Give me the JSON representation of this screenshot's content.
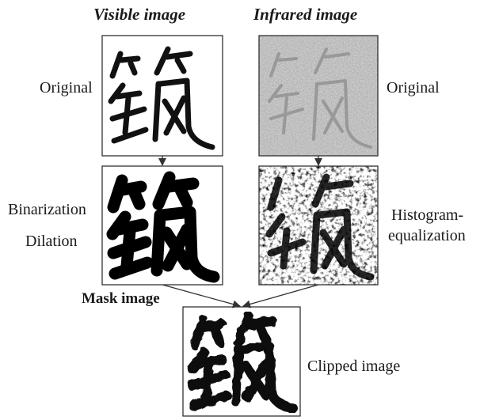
{
  "headings": {
    "visible": "Visible image",
    "infrared": "Infrared image"
  },
  "labels": {
    "original_left": "Original",
    "original_right": "Original",
    "binarization": "Binarization",
    "dilation": "Dilation",
    "histogram_line1": "Histogram-",
    "histogram_line2": "equalization",
    "mask_image": "Mask image",
    "clipped_image": "Clipped image"
  },
  "panels": {
    "visible_original": "visible-original-character",
    "infrared_original": "infrared-original-character",
    "binarized_dilated": "binarized-dilated-character",
    "histogram_equalized": "histogram-equalized-character",
    "clipped": "clipped-character"
  },
  "colors": {
    "ink": "#111111",
    "frame": "#222222",
    "arrow": "#333333",
    "ir_background": "#cfcfcf",
    "ir_stroke": "#8c8c8c"
  }
}
